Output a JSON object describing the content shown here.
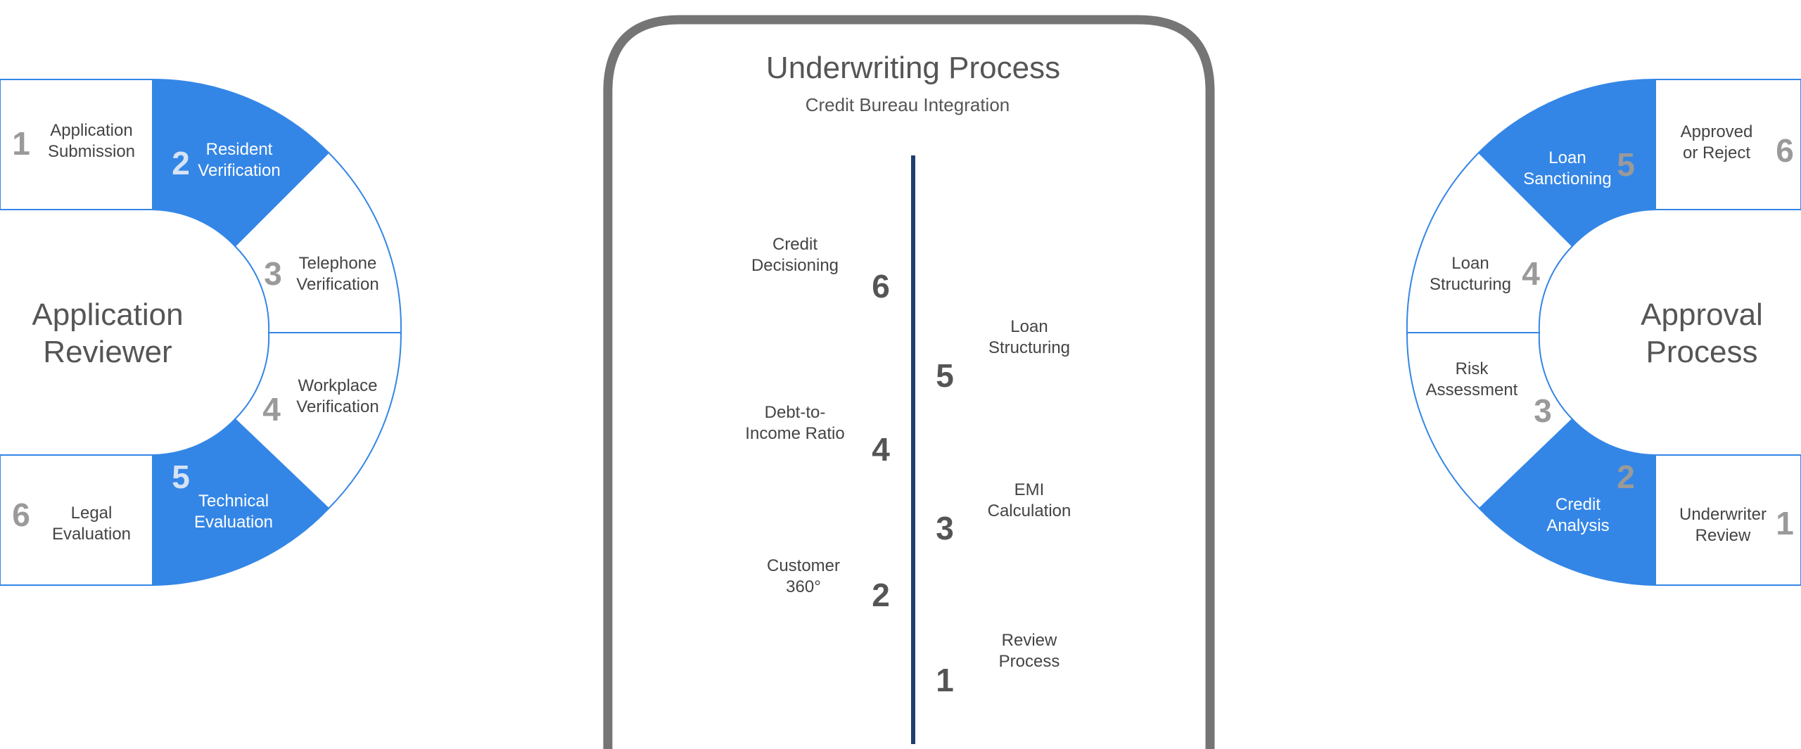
{
  "colors": {
    "accent": "#3486e6",
    "outline": "#3486e6",
    "frame": "#757575",
    "timeline": "#1f3f6e",
    "text": "#444444",
    "number_gray": "#9a9a9a",
    "number_dark": "#555555"
  },
  "left_panel": {
    "title": [
      "Application",
      "Reviewer"
    ],
    "steps": [
      {
        "number": "1",
        "label": [
          "Application",
          "Submission"
        ],
        "highlighted": false
      },
      {
        "number": "2",
        "label": [
          "Resident",
          "Verification"
        ],
        "highlighted": true
      },
      {
        "number": "3",
        "label": [
          "Telephone",
          "Verification"
        ],
        "highlighted": false
      },
      {
        "number": "4",
        "label": [
          "Workplace",
          "Verification"
        ],
        "highlighted": false
      },
      {
        "number": "5",
        "label": [
          "Technical",
          "Evaluation"
        ],
        "highlighted": true
      },
      {
        "number": "6",
        "label": [
          "Legal",
          "Evaluation"
        ],
        "highlighted": false
      }
    ]
  },
  "center_panel": {
    "title": "Underwriting Process",
    "subtitle": "Credit Bureau Integration",
    "steps": [
      {
        "number": "6",
        "label": [
          "Credit",
          "Decisioning"
        ],
        "side": "left"
      },
      {
        "number": "5",
        "label": [
          "Loan",
          "Structuring"
        ],
        "side": "right"
      },
      {
        "number": "4",
        "label": [
          "Debt-to-",
          "Income Ratio"
        ],
        "side": "left"
      },
      {
        "number": "3",
        "label": [
          "EMI",
          "Calculation"
        ],
        "side": "right"
      },
      {
        "number": "2",
        "label": [
          "Customer",
          "360°"
        ],
        "side": "left"
      },
      {
        "number": "1",
        "label": [
          "Review",
          "Process"
        ],
        "side": "right"
      }
    ]
  },
  "right_panel": {
    "title": [
      "Approval",
      "Process"
    ],
    "steps": [
      {
        "number": "6",
        "label": [
          "Approved",
          "or Reject"
        ],
        "highlighted": false
      },
      {
        "number": "5",
        "label": [
          "Loan",
          "Sanctioning"
        ],
        "highlighted": true
      },
      {
        "number": "4",
        "label": [
          "Loan",
          "Structuring"
        ],
        "highlighted": false
      },
      {
        "number": "3",
        "label": [
          "Risk",
          "Assessment"
        ],
        "highlighted": false
      },
      {
        "number": "2",
        "label": [
          "Credit",
          "Analysis"
        ],
        "highlighted": true
      },
      {
        "number": "1",
        "label": [
          "Underwriter",
          "Review"
        ],
        "highlighted": false
      }
    ]
  }
}
